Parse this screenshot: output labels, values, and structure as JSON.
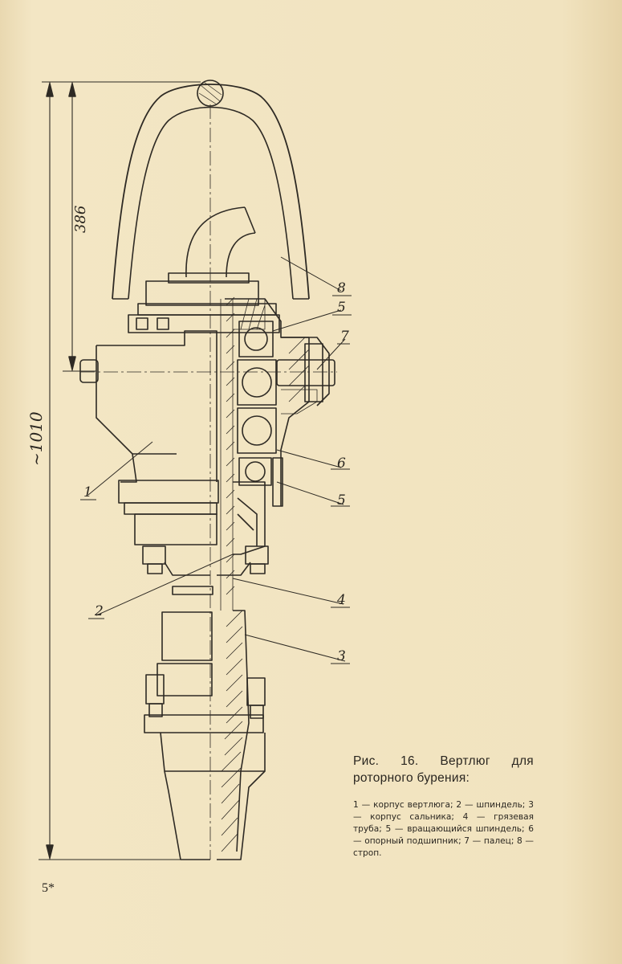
{
  "figure": {
    "dimension_overall": "~1010",
    "dimension_upper": "386",
    "callouts": [
      "1",
      "2",
      "3",
      "4",
      "5",
      "5",
      "6",
      "7",
      "8"
    ]
  },
  "caption": {
    "title": "Рис. 16. Вертлюг для роторного бурения:",
    "legend": "1 — корпус вертлюга; 2 — шпиндель; 3 — корпус сальника; 4 — грязевая труба; 5 — вращающийся шпиндель; 6 — опорный подшипник; 7 — палец; 8 — строп."
  },
  "page_number": "5*"
}
